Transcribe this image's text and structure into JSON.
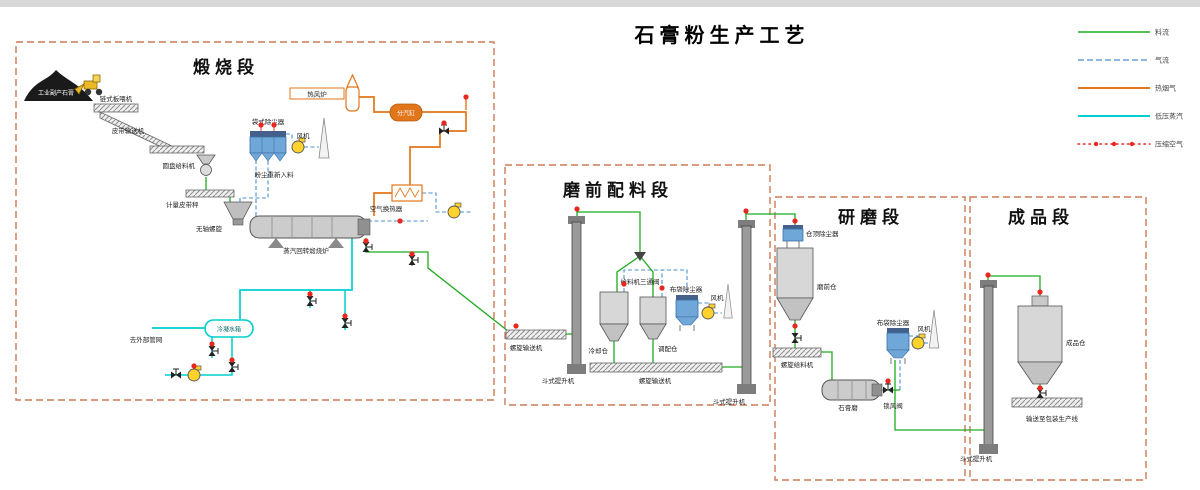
{
  "title": "石膏粉生产工艺",
  "sections": {
    "calcination": "煅烧段",
    "batching": "磨前配料段",
    "grinding": "研磨段",
    "product": "成品段"
  },
  "legend": {
    "items": [
      {
        "label": "料流",
        "color": "#1faa1f",
        "style": "solid"
      },
      {
        "label": "气流",
        "color": "#4d8fcc",
        "style": "dashed"
      },
      {
        "label": "热烟气",
        "color": "#e2761b",
        "style": "solid"
      },
      {
        "label": "低压蒸汽",
        "color": "#00cfcf",
        "style": "solid"
      },
      {
        "label": "压缩空气",
        "color": "#e8281e",
        "style": "dotted"
      }
    ]
  },
  "colors": {
    "material": "#1faa1f",
    "gas": "#4d8fcc",
    "hot": "#e2761b",
    "steam": "#00cfcf",
    "air": "#e8281e",
    "border": "#cc7a55"
  },
  "eq": {
    "pile": "工业副产石膏",
    "chain_feeder": "链式板喂机",
    "belt_conveyor": "皮带输送机",
    "disc_feeder": "圆盘给料机",
    "weigh_belt": "计量皮带秤",
    "shaftless_screw": "无轴螺旋",
    "calciner": "蒸汽回转煅烧炉",
    "bag_filter_type1": "袋式除尘器",
    "fan": "风机",
    "dust_return": "粉尘重新入料",
    "hot_stove": "热风炉",
    "steam_header": "分汽缸",
    "heat_exchanger": "空气换热器",
    "condensate_tank": "冷凝水箱",
    "to_external": "去外部管网",
    "screw_conveyor": "螺旋输送机",
    "bucket_elevator": "斗式提升机",
    "three_way": "给料机三通阀",
    "cooling_bin": "冷却仓",
    "blending_bin": "调配仓",
    "bag_filter": "布袋除尘器",
    "top_filter": "仓顶除尘器",
    "mill_bin": "磨前仓",
    "screw_feeder": "螺旋给料机",
    "mill": "石膏磨",
    "airlock": "锁风阀",
    "product_bin": "成品仓",
    "packing": "输送至包装生产线"
  }
}
